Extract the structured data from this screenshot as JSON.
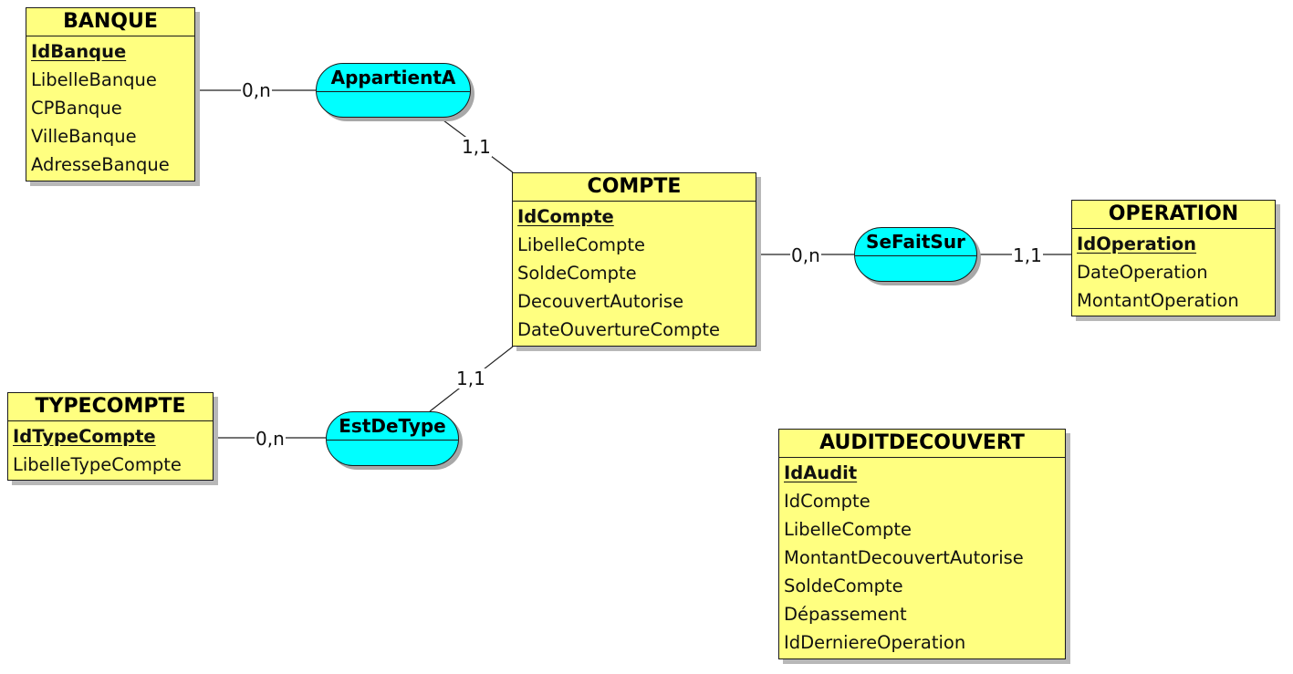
{
  "entities": {
    "banque": {
      "name": "BANQUE",
      "key": "IdBanque",
      "attributes": [
        "LibelleBanque",
        "CPBanque",
        "VilleBanque",
        "AdresseBanque"
      ]
    },
    "compte": {
      "name": "COMPTE",
      "key": "IdCompte",
      "attributes": [
        "LibelleCompte",
        "SoldeCompte",
        "DecouvertAutorise",
        "DateOuvertureCompte"
      ]
    },
    "operation": {
      "name": "OPERATION",
      "key": "IdOperation",
      "attributes": [
        "DateOperation",
        "MontantOperation"
      ]
    },
    "typecompte": {
      "name": "TYPECOMPTE",
      "key": "IdTypeCompte",
      "attributes": [
        "LibelleTypeCompte"
      ]
    },
    "auditdecouvert": {
      "name": "AUDITDECOUVERT",
      "key": "IdAudit",
      "attributes": [
        "IdCompte",
        "LibelleCompte",
        "MontantDecouvertAutorise",
        "SoldeCompte",
        "Dépassement",
        "IdDerniereOperation"
      ]
    }
  },
  "associations": {
    "appartienta": {
      "name": "AppartientA"
    },
    "sefaitsur": {
      "name": "SeFaitSur"
    },
    "estdetype": {
      "name": "EstDeType"
    }
  },
  "cardinalities": {
    "banque_appartienta": "0,n",
    "appartienta_compte": "1,1",
    "compte_sefaitsur": "0,n",
    "sefaitsur_operation": "1,1",
    "compte_estdetype": "1,1",
    "typecompte_estdetype": "0,n"
  },
  "colors": {
    "entity_fill": "#ffff80",
    "association_fill": "#00ffff",
    "border": "#1a1a1a",
    "shadow": "#b8b8b8"
  }
}
